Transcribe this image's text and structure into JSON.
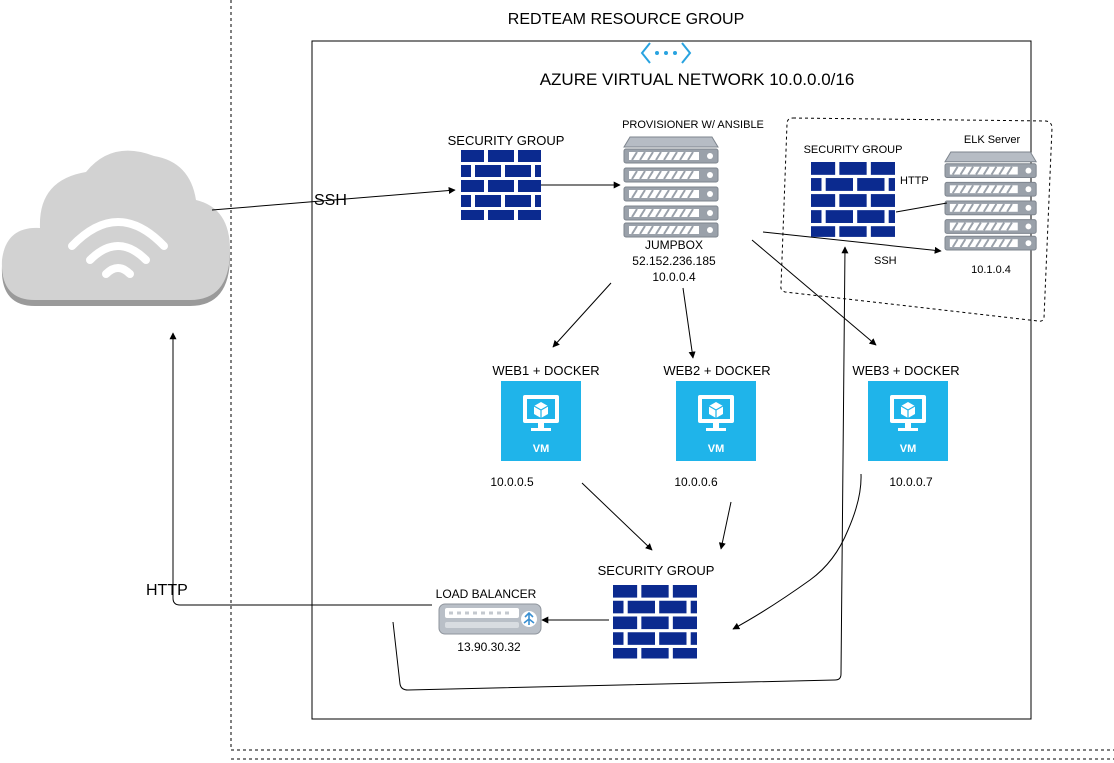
{
  "resource_group": {
    "title": "REDTEAM RESOURCE GROUP"
  },
  "vnet": {
    "title": "AZURE VIRTUAL NETWORK 10.0.0.0/16"
  },
  "internet": {
    "ssh_label": "SSH",
    "http_label": "HTTP"
  },
  "security_group_top": {
    "label": "SECURITY GROUP"
  },
  "jumpbox": {
    "title": "PROVISIONER W/ ANSIBLE",
    "name": "JUMPBOX",
    "public_ip": "52.152.236.185",
    "private_ip": "10.0.0.4"
  },
  "elk_zone": {
    "security_group_label": "SECURITY GROUP",
    "http_label": "HTTP",
    "ssh_label": "SSH",
    "server_label": "ELK Server",
    "server_ip": "10.1.0.4"
  },
  "vms": [
    {
      "label": "WEB1 +  DOCKER",
      "badge": "VM",
      "ip": "10.0.0.5"
    },
    {
      "label": "WEB2 + DOCKER",
      "badge": "VM",
      "ip": "10.0.0.6"
    },
    {
      "label": "WEB3 + DOCKER",
      "badge": "VM",
      "ip": "10.0.0.7"
    }
  ],
  "security_group_bottom": {
    "label": "SECURITY GROUP"
  },
  "load_balancer": {
    "label": "LOAD BALANCER",
    "ip": "13.90.30.32"
  },
  "colors": {
    "firewall": "#0b2a8f",
    "vm_tile": "#1fb4ea",
    "server_gray": "#aab0b8",
    "cloud_gray": "#cfcfcf",
    "vnet_icon": "#29a3e0"
  }
}
